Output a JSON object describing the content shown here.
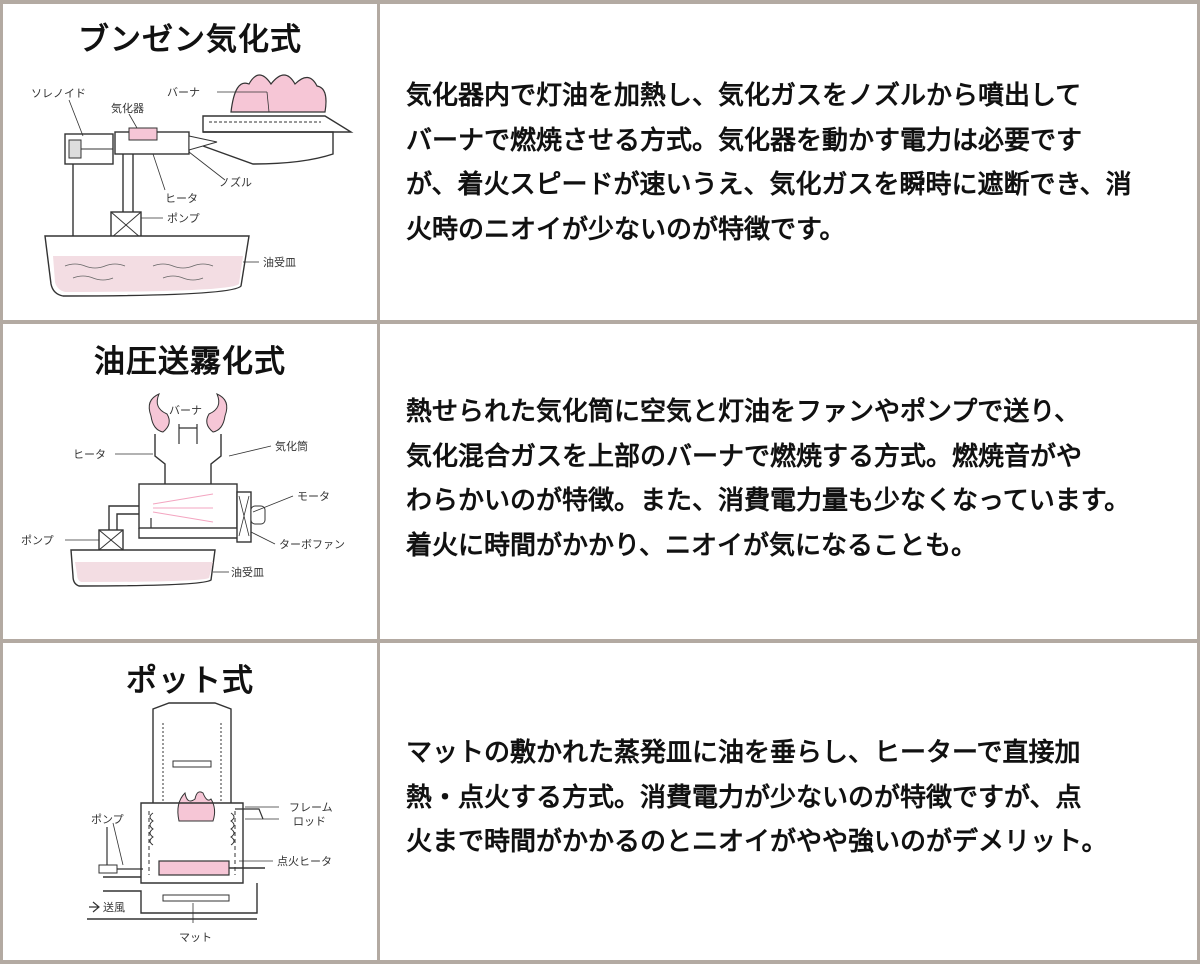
{
  "rows": [
    {
      "title": "ブンゼン気化式",
      "lines": [
        "気化器内で灯油を加熱し、気化ガスをノズルから噴出して",
        "バーナで燃焼させる方式。気化器を動かす電力は必要です",
        "が、着火スピードが速いうえ、気化ガスを瞬時に遮断でき、消",
        "火時のニオイが少ないのが特徴です。"
      ],
      "diagram_labels": {
        "solenoid": "ソレノイド",
        "vaporizer": "気化器",
        "burner": "バーナ",
        "nozzle": "ノズル",
        "heater": "ヒータ",
        "pump": "ポンプ",
        "oil_pan": "油受皿"
      }
    },
    {
      "title": "油圧送霧化式",
      "lines": [
        "熱せられた気化筒に空気と灯油をファンやポンプで送り、",
        "気化混合ガスを上部のバーナで燃焼する方式。燃焼音がや",
        "わらかいのが特徴。また、消費電力量も少なくなっています。",
        "着火に時間がかかり、ニオイが気になることも。"
      ],
      "diagram_labels": {
        "burner": "バーナ",
        "heater": "ヒータ",
        "vapor_tube": "気化筒",
        "motor": "モータ",
        "pump": "ポンプ",
        "turbo_fan": "ターボファン",
        "oil_pan": "油受皿"
      }
    },
    {
      "title": "ポット式",
      "lines": [
        "マットの敷かれた蒸発皿に油を垂らし、ヒーターで直接加",
        "熱・点火する方式。消費電力が少ないのが特徴ですが、点",
        "火まで時間がかかるのとニオイがやや強いのがデメリット。"
      ],
      "diagram_labels": {
        "flame_rod_1": "フレーム",
        "flame_rod_2": "ロッド",
        "pump": "ポンプ",
        "ignition_heater": "点火ヒータ",
        "air": "送風",
        "mat": "マット"
      }
    }
  ],
  "colors": {
    "border": "#b3aaa2",
    "flame_pink": "#f6c6d6",
    "oil_pink": "#f3dde3"
  }
}
